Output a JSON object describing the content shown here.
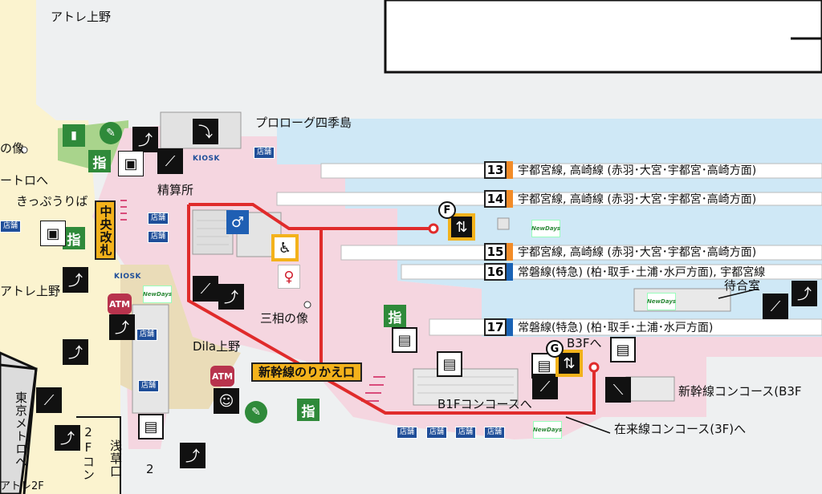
{
  "labels": {
    "atre_top": "アトレ上野",
    "prologue": "プロローグ四季島",
    "statue_left": "の像",
    "metro_to": "ートロへ",
    "kippu": "きっぷうりば",
    "atre_left": "アトレ上野",
    "fare_adjust": "精算所",
    "central_gate": "中央改札",
    "sansou": "三相の像",
    "dila": "Dila上野",
    "shinkansen_transfer": "新幹線のりかえ口",
    "b1f_concourse": "B1Fコンコースへ",
    "b3f_to": "B3Fへ",
    "waiting_room": "待合室",
    "shinkansen_concourse": "新幹線コンコース(B3F",
    "zairai_concourse": "在来線コンコース(3F)へ",
    "tokyo_metro_vert": "東京メトロへ",
    "asakusa_vert": "浅草口",
    "concourse2f_vert": "2Fコン",
    "digit2": "2",
    "atre2f": "アトレ2F",
    "kiosk1": "KIOSK",
    "kiosk2": "KIOSK",
    "shop": "店舗",
    "atm": "ATM",
    "newdays": "NewDays",
    "shitei": "指",
    "tag_f": "F",
    "tag_g": "G"
  },
  "platforms": [
    {
      "num": "13",
      "color": "#f28c28",
      "dest": "宇都宮線, 高崎線 (赤羽･大宮･宇都宮･高崎方面)"
    },
    {
      "num": "14",
      "color": "#f28c28",
      "dest": "宇都宮線, 高崎線 (赤羽･大宮･宇都宮･高崎方面)"
    },
    {
      "num": "15",
      "color": "#f28c28",
      "dest": "宇都宮線, 高崎線 (赤羽･大宮･宇都宮･高崎方面)"
    },
    {
      "num": "16",
      "color": "#1a63b5",
      "dest": "常磐線(特急) (柏･取手･土浦･水戸方面), 宇都宮線"
    },
    {
      "num": "17",
      "color": "#1a63b5",
      "dest": "常磐線(特急) (柏･取手･土浦･水戸方面)"
    }
  ],
  "colors": {
    "concourse_pink": "#f5d6e0",
    "platform_blue": "#cfe8f6",
    "route_red": "#e02b2b",
    "sign_yellow": "#f3b21b",
    "green": "#2f8a3a",
    "shop_blue": "#1f4e99",
    "atm_red": "#b8334d"
  }
}
